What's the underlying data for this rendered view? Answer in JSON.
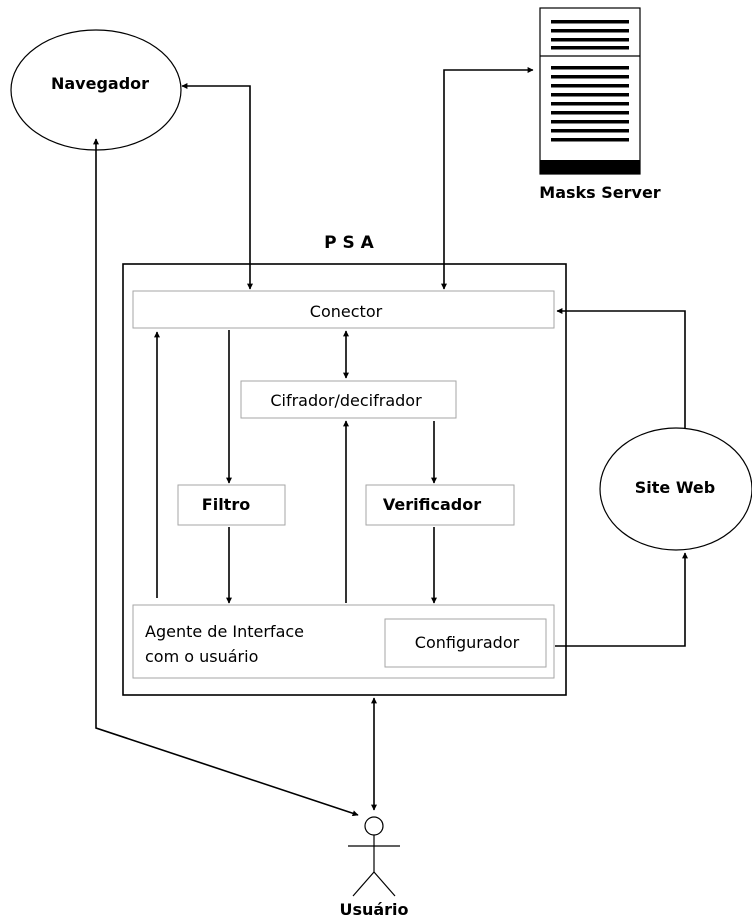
{
  "navegador": {
    "label": "Navegador"
  },
  "masks_server": {
    "label": "Masks Server"
  },
  "psa": {
    "title": "P S A"
  },
  "conector": {
    "label": "Conector"
  },
  "cifrador": {
    "label": "Cifrador/decifrador"
  },
  "filtro": {
    "label": "Filtro"
  },
  "verificador": {
    "label": "Verificador"
  },
  "agente": {
    "line1": "Agente de Interface",
    "line2": "com o usuário"
  },
  "configurador": {
    "label": "Configurador"
  },
  "site_web": {
    "label": "Site Web"
  },
  "usuario": {
    "label": "Usuário"
  }
}
